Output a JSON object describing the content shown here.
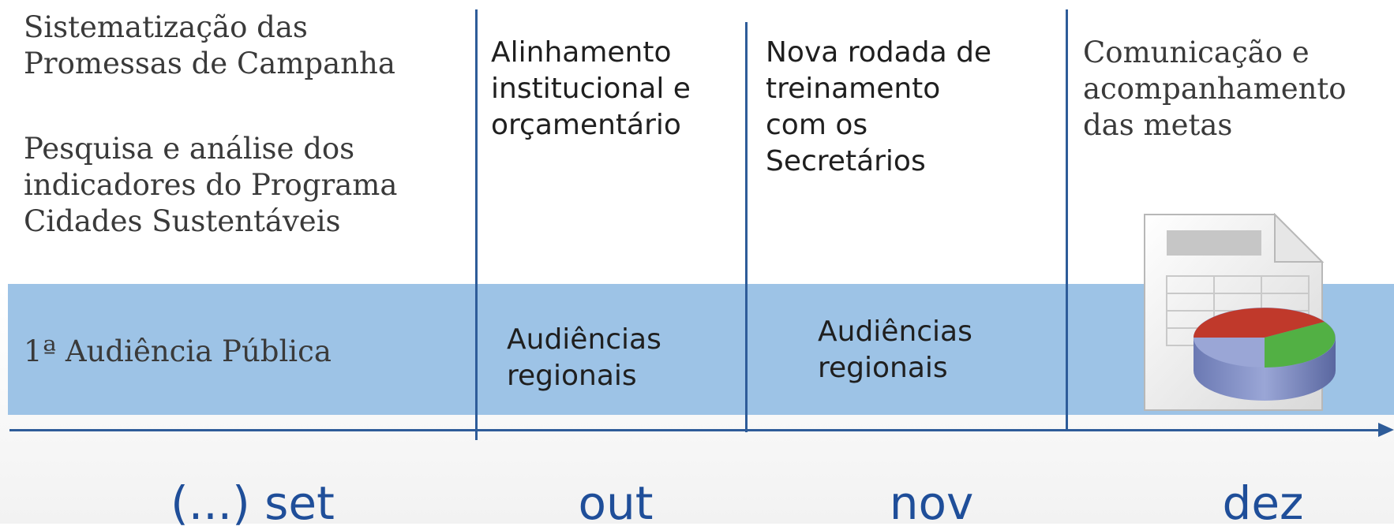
{
  "columns": {
    "set": {
      "top_text_1": "Sistematização das\nPromessas de Campanha",
      "top_text_2": "Pesquisa e análise dos\nindicadores do Programa\nCidades Sustentáveis",
      "band_text": "1ª Audiência Pública"
    },
    "out": {
      "top_text": "Alinhamento\ninstitucional e\norçamentário",
      "band_text": "Audiências\nregionais"
    },
    "nov": {
      "top_text": "Nova rodada de\ntreinamento\ncom os\nSecretários",
      "band_text": "Audiências\nregionais"
    },
    "dez": {
      "top_text": "Comunicação e\nacompanhamento\ndas metas",
      "icon": "spreadsheet-chart-icon"
    }
  },
  "timeline": {
    "months": [
      "(...) set",
      "out",
      "nov",
      "dez"
    ]
  },
  "colors": {
    "band": "#9dc3e6",
    "lines": "#2e5c99",
    "month_text": "#1f4e99"
  }
}
